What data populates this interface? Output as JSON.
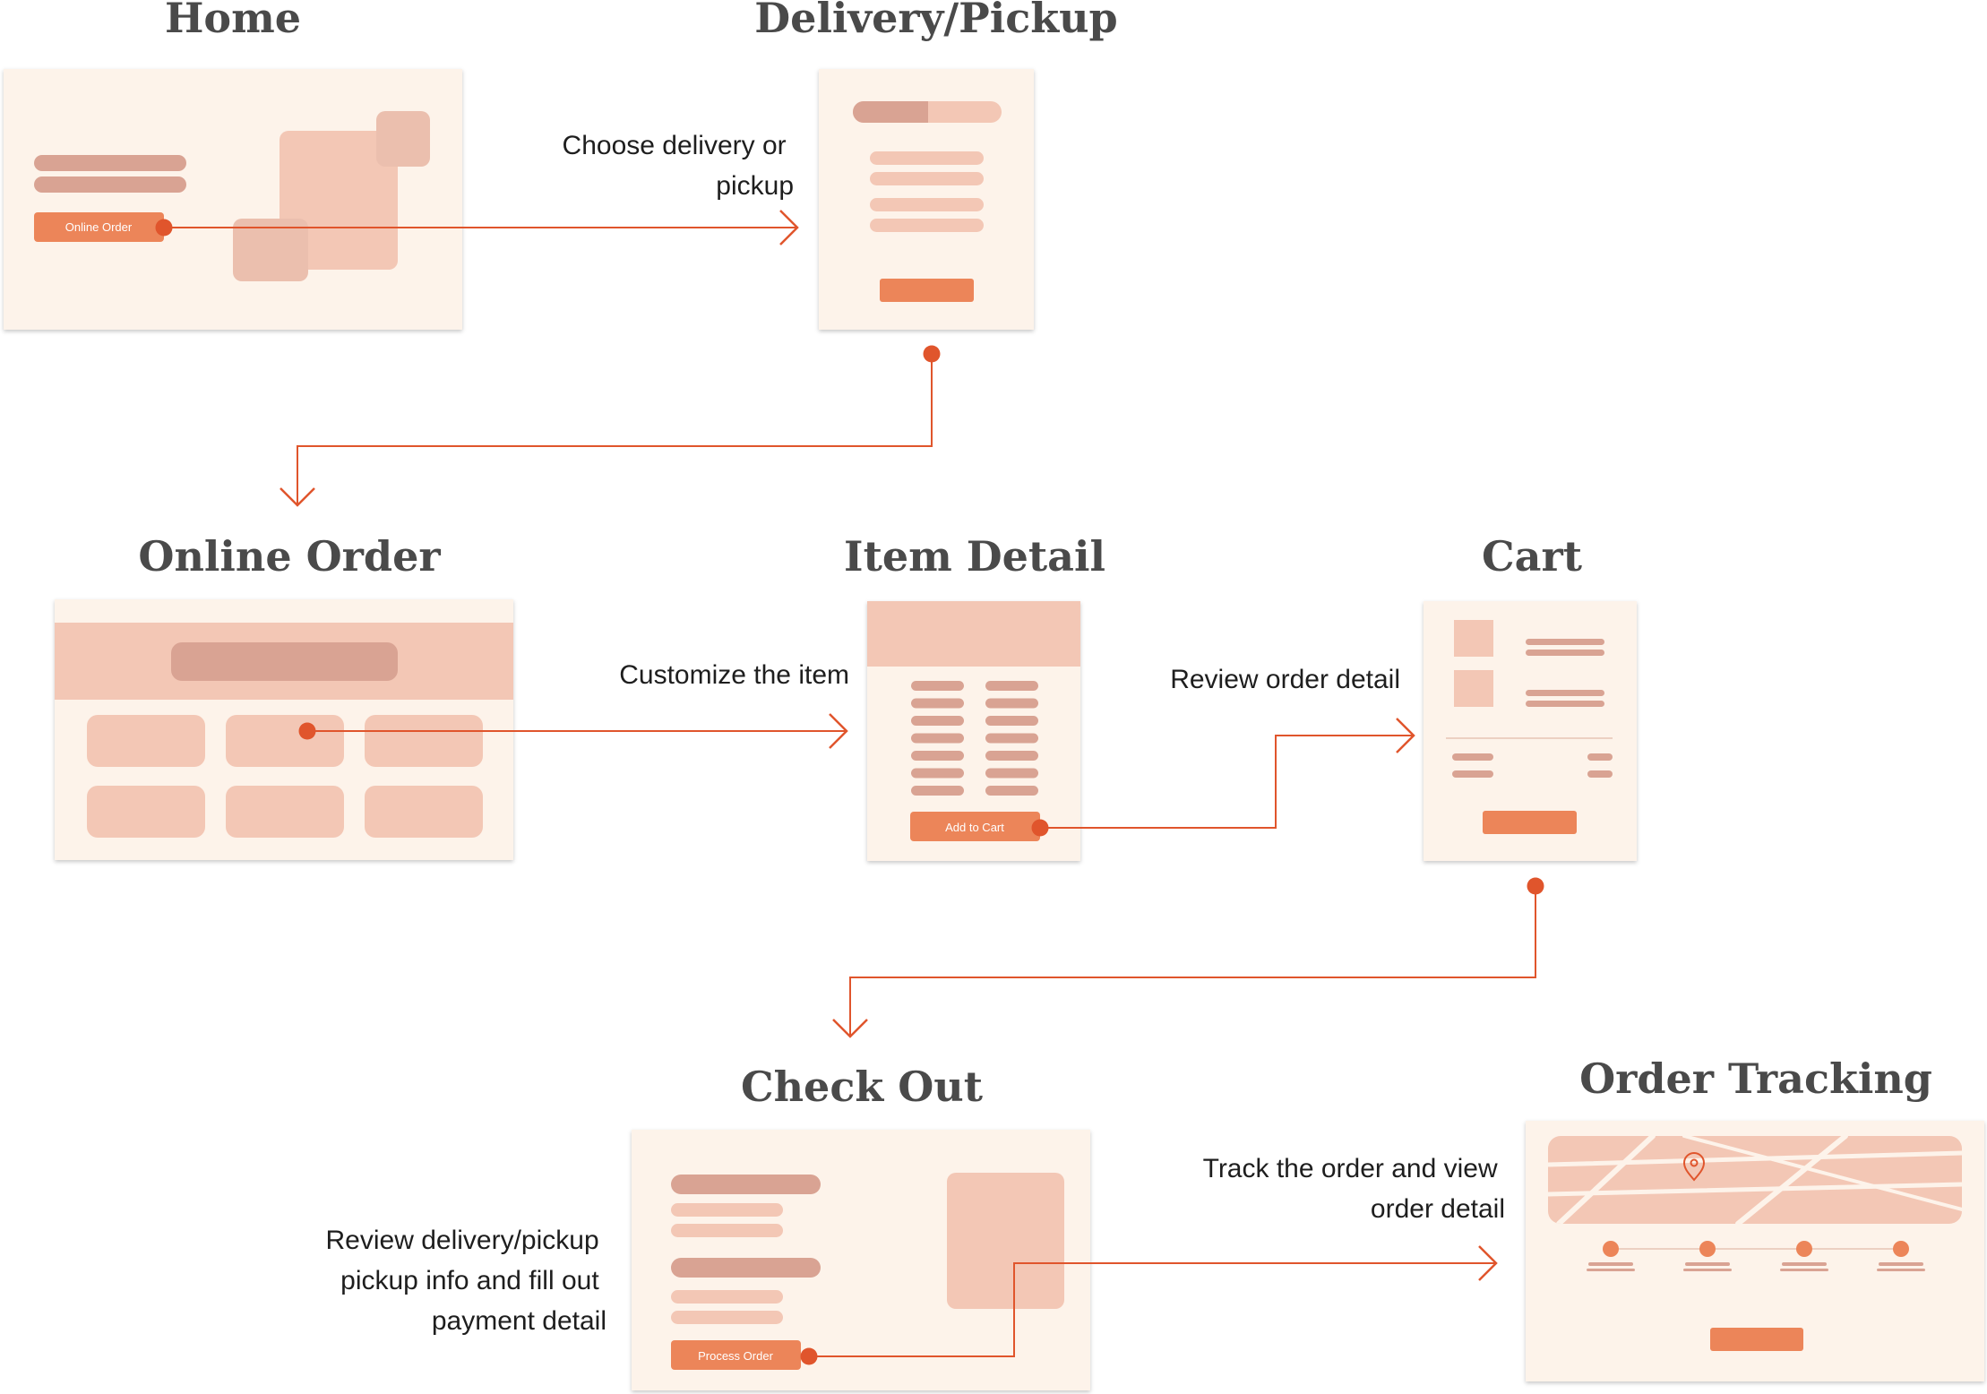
{
  "colors": {
    "card_bg": "#fdf3ea",
    "shade_light": "#f3c7b5",
    "shade_mid": "#ebbfae",
    "shade_dark": "#d9a393",
    "accent": "#ec8559",
    "connector": "#e0552c",
    "title_text": "#4a4a4a",
    "note_text": "#1e1e1e"
  },
  "screens": {
    "home": {
      "title": "Home",
      "button_label": "Online Order"
    },
    "delivery_pickup": {
      "title": "Delivery/Pickup"
    },
    "online_order": {
      "title": "Online Order"
    },
    "item_detail": {
      "title": "Item Detail",
      "button_label": "Add to Cart"
    },
    "cart": {
      "title": "Cart"
    },
    "check_out": {
      "title": "Check Out",
      "button_label": "Process Order"
    },
    "order_tracking": {
      "title": "Order Tracking"
    }
  },
  "notes": {
    "choose": [
      "Choose delivery or",
      "pickup"
    ],
    "customize": [
      "Customize the item"
    ],
    "review_order": [
      "Review order detail"
    ],
    "review_delivery": [
      "Review delivery/pickup",
      "pickup info and fill out",
      "payment detail"
    ],
    "track": [
      "Track the order and view",
      "order detail"
    ]
  },
  "icons": {
    "connector_start": "dot-icon",
    "connector_end": "chevron-arrow-icon",
    "map_marker": "map-pin-icon"
  }
}
